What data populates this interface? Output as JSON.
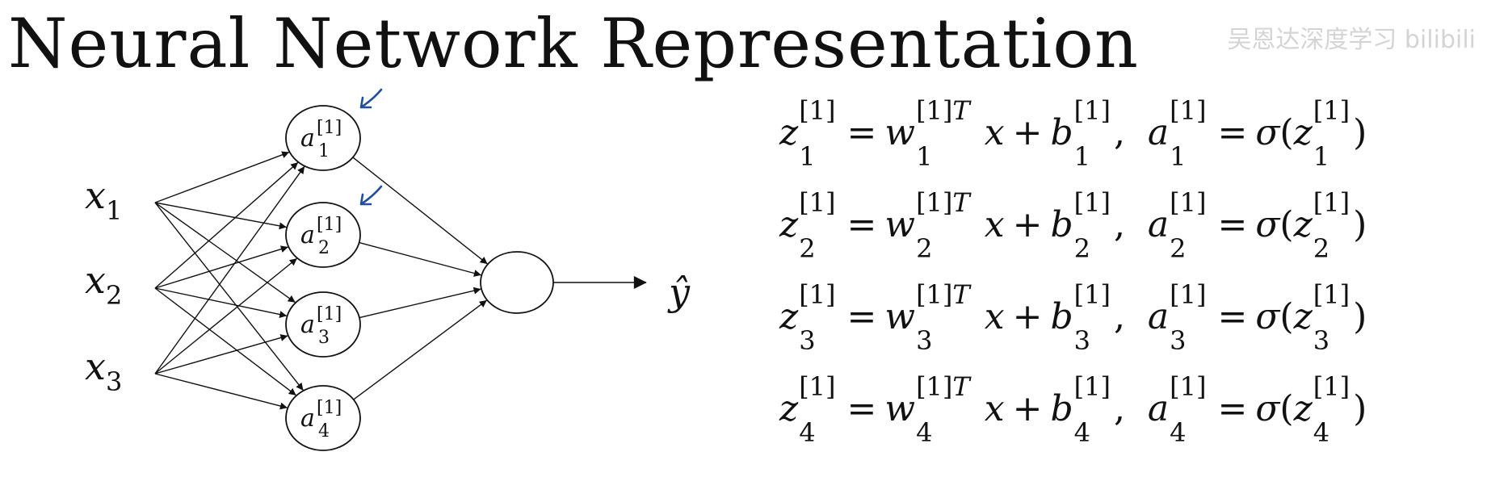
{
  "title": "Neural Network Representation",
  "watermark": "吴恩达深度学习 bilibili",
  "inputs": [
    {
      "symbol": "x",
      "sub": "1"
    },
    {
      "symbol": "x",
      "sub": "2"
    },
    {
      "symbol": "x",
      "sub": "3"
    }
  ],
  "hidden_nodes": [
    {
      "symbol": "a",
      "sup": "[1]",
      "sub": "1",
      "marked": true
    },
    {
      "symbol": "a",
      "sup": "[1]",
      "sub": "2",
      "marked": true
    },
    {
      "symbol": "a",
      "sup": "[1]",
      "sub": "3",
      "marked": false
    },
    {
      "symbol": "a",
      "sup": "[1]",
      "sub": "4",
      "marked": false
    }
  ],
  "output_label": "ŷ",
  "annotation_color": "#1f4fa0",
  "equations": [
    {
      "z": "z",
      "w": "w",
      "b": "b",
      "a": "a",
      "x": "x",
      "sigma": "σ",
      "layer": "[1]",
      "transpose": "T",
      "sub": "1"
    },
    {
      "z": "z",
      "w": "w",
      "b": "b",
      "a": "a",
      "x": "x",
      "sigma": "σ",
      "layer": "[1]",
      "transpose": "T",
      "sub": "2"
    },
    {
      "z": "z",
      "w": "w",
      "b": "b",
      "a": "a",
      "x": "x",
      "sigma": "σ",
      "layer": "[1]",
      "transpose": "T",
      "sub": "3"
    },
    {
      "z": "z",
      "w": "w",
      "b": "b",
      "a": "a",
      "x": "x",
      "sigma": "σ",
      "layer": "[1]",
      "transpose": "T",
      "sub": "4"
    }
  ]
}
